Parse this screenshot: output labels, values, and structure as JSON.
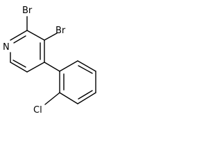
{
  "molecule": {
    "atoms": {
      "n": "N",
      "br_2": "Br",
      "br_3": "Br",
      "cl": "Cl"
    }
  }
}
